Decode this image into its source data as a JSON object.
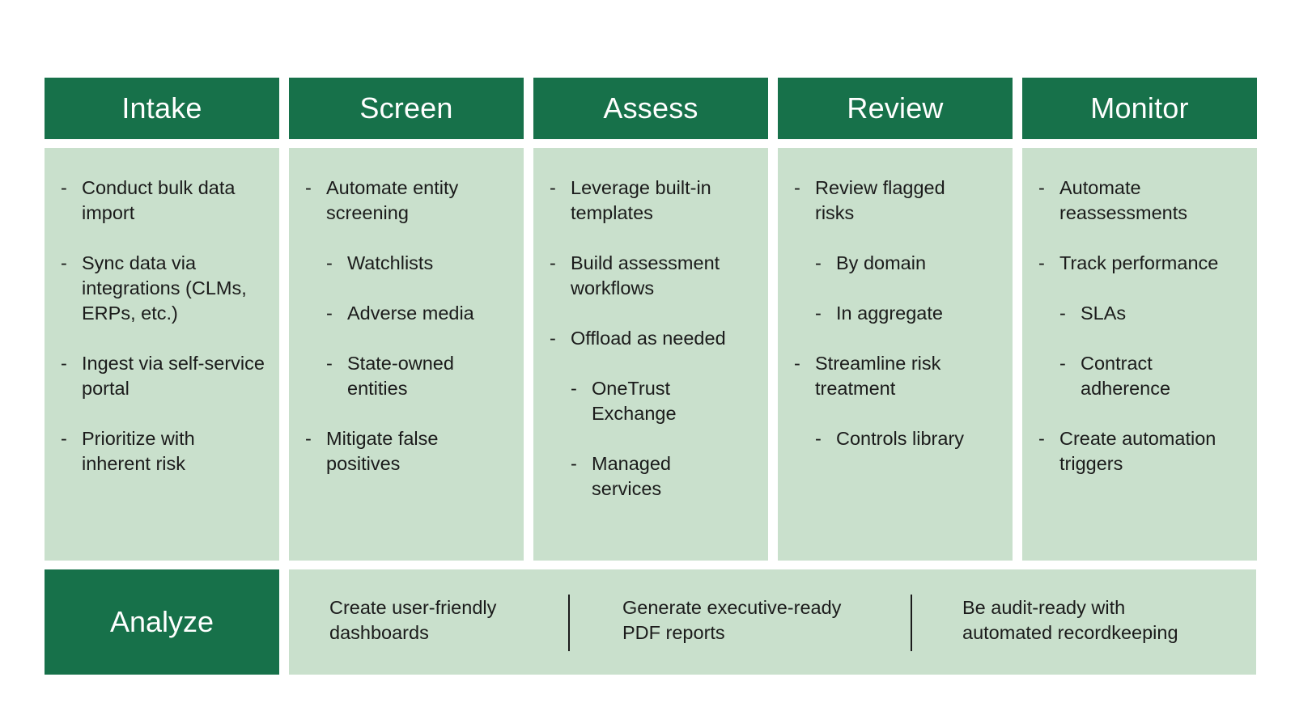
{
  "columns": [
    {
      "title": "Intake",
      "items": [
        {
          "level": 1,
          "text": "Conduct bulk data import"
        },
        {
          "level": 1,
          "text": "Sync data via integrations (CLMs, ERPs, etc.)"
        },
        {
          "level": 1,
          "text": "Ingest via self-service portal"
        },
        {
          "level": 1,
          "text": "Prioritize with inherent risk"
        }
      ]
    },
    {
      "title": "Screen",
      "items": [
        {
          "level": 1,
          "text": "Automate entity screening"
        },
        {
          "level": 2,
          "text": "Watchlists"
        },
        {
          "level": 2,
          "text": "Adverse media"
        },
        {
          "level": 2,
          "text": "State-owned entities"
        },
        {
          "level": 1,
          "text": "Mitigate false positives"
        }
      ]
    },
    {
      "title": "Assess",
      "items": [
        {
          "level": 1,
          "text": "Leverage built-in templates"
        },
        {
          "level": 1,
          "text": "Build assessment workflows"
        },
        {
          "level": 1,
          "text": "Offload as needed"
        },
        {
          "level": 2,
          "text": "OneTrust Exchange"
        },
        {
          "level": 2,
          "text": "Managed services"
        }
      ]
    },
    {
      "title": "Review",
      "items": [
        {
          "level": 1,
          "text": "Review flagged risks"
        },
        {
          "level": 2,
          "text": "By domain"
        },
        {
          "level": 2,
          "text": "In aggregate"
        },
        {
          "level": 1,
          "text": "Streamline risk treatment"
        },
        {
          "level": 2,
          "text": "Controls library"
        }
      ]
    },
    {
      "title": "Monitor",
      "items": [
        {
          "level": 1,
          "text": "Automate reassessments"
        },
        {
          "level": 1,
          "text": "Track performance"
        },
        {
          "level": 2,
          "text": "SLAs"
        },
        {
          "level": 2,
          "text": "Contract adherence"
        },
        {
          "level": 1,
          "text": "Create automation triggers"
        }
      ]
    }
  ],
  "bullet": "-",
  "analyze": {
    "title": "Analyze",
    "items": [
      {
        "line1": "Create user-friendly",
        "line2": "dashboards"
      },
      {
        "line1": "Generate executive-ready",
        "line2": "PDF reports"
      },
      {
        "line1": "Be audit-ready with",
        "line2": "automated recordkeeping"
      }
    ]
  },
  "colors": {
    "header": "#17714a",
    "panel": "#c9e0cc",
    "text": "#1b1b1b"
  }
}
